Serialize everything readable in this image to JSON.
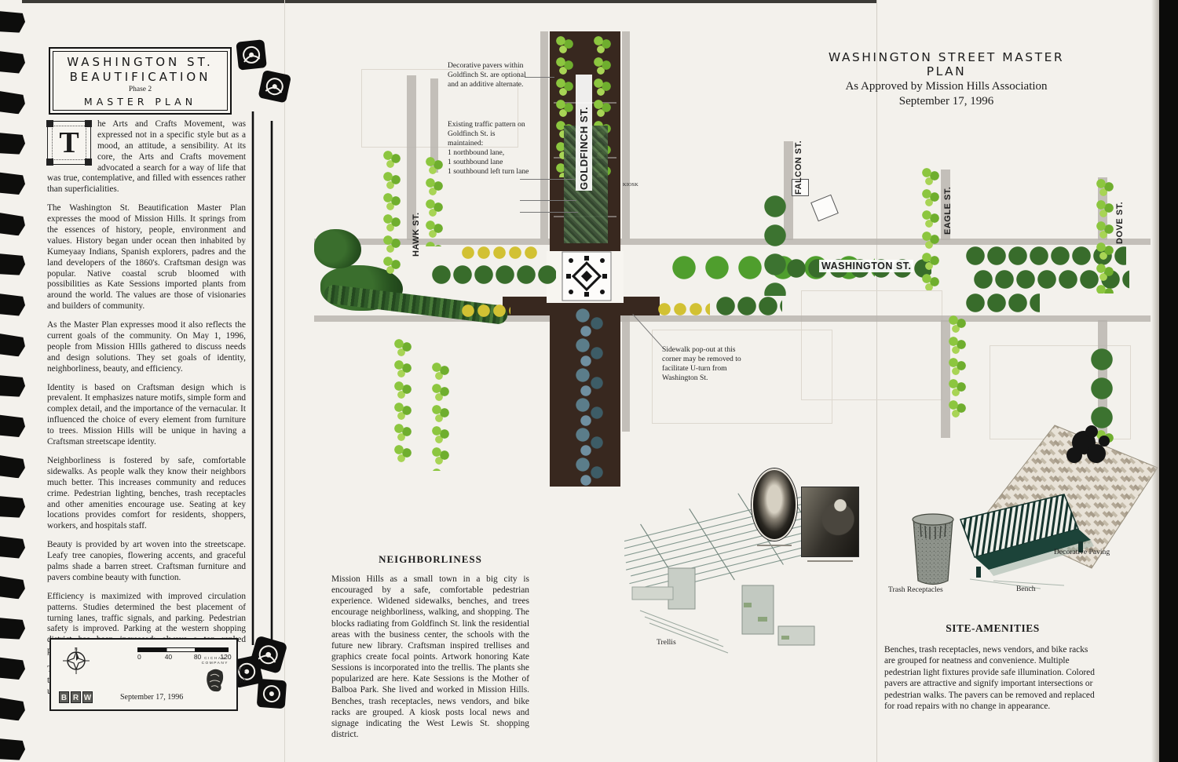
{
  "left_panel": {
    "title_box": {
      "line1": "WASHINGTON ST.",
      "line2": "BEAUTIFICATION",
      "phase": "Phase 2",
      "subtitle": "MASTER PLAN"
    },
    "drop_cap": "T",
    "paragraphs": [
      "he Arts and Crafts Movement, was expressed not in a specific style but as a mood, an attitude, a sensibility.  At its core, the Arts and Crafts movement advocated a search for a way of life that was true, contemplative, and filled with essences rather than superficialities.",
      "The Washington St. Beautification Master Plan expresses the mood of Mission Hills.  It springs from the essences of history, people, environment and values.  History began under ocean then inhabited by Kumeyaay Indians, Spanish explorers, padres and the land developers of the 1860's.  Craftsman design was popular.  Native coastal scrub bloomed with possibilities as Kate Sessions imported plants from around the world.  The values are those of visionaries and builders of community.",
      "As the Master Plan expresses mood it also reflects the current goals of the community.  On May 1, 1996, people from Mission HIlls gathered to discuss needs and design solutions.  They set goals of identity, neighborliness, beauty, and efficiency.",
      "Identity is based on Craftsman design which is prevalent.  It emphasizes nature motifs, simple form and complex detail, and the importance of the vernacular.  It influenced the choice of every element from furniture to trees.  Mission Hills will be unique in having a Craftsman streetscape identity.",
      "Neighborliness is fostered by safe, comfortable sidewalks.  As people walk they know their neighbors much better.  This increases community and reduces crime.  Pedestrian lighting, benches, trash receptacles and other amenities encourage use.  Seating at key locations provides comfort for residents, shoppers, workers, and hospitals staff.",
      "Beauty is provided by art woven into the streetscape.  Leafy tree canopies, flowering accents, and graceful palms shade a barren street.  Craftsman furniture and pavers combine beauty with function.",
      "Efficiency is maximized with improved circulation patterns.  Studies determined the best placement of turning lanes, traffic signals, and parking.  Pedestrian safety is improved.  Parking at the western shopping district has been increased: always a top ranked priority.  This plan will not reduce on-street parking.",
      "The Master Plan shapes the character and function of the street.  It shapes the experience of the people who use it.  It expresses the mood of Mission Hills."
    ],
    "legend": {
      "scale_ticks": [
        "0",
        "40",
        "80",
        "120"
      ],
      "brw_letters": [
        "B",
        "R",
        "W"
      ],
      "date": "September 17, 1996",
      "firm_line1": "CICHAN",
      "firm_line2": "COMPANY"
    }
  },
  "right_header": {
    "title": "WASHINGTON STREET MASTER PLAN",
    "subtitle": "As Approved by Mission Hills Association",
    "date": "September 17, 1996"
  },
  "map": {
    "streets": {
      "goldfinch": "GOLDFINCH ST.",
      "hawk": "HAWK ST.",
      "falcon": "FALCON ST.",
      "eagle": "EAGLE ST.",
      "dove": "DOVE ST.",
      "washington": "WASHINGTON ST."
    },
    "annotations": {
      "pavers": "Decorative pavers within Goldfinch St. are optional and an additive alternate.",
      "traffic": "Existing traffic pattern on\nGoldfinch St. is maintained:\n1 northbound lane,\n1 southbound lane\n1 southbound left turn lane",
      "kiosk": "KIOSK",
      "popout": "Sidewalk pop-out at this corner may be removed to facilitate U-turn from Washington St."
    }
  },
  "neighborliness": {
    "heading": "NEIGHBORLINESS",
    "body": "Mission Hills as a small town in a big city is encouraged by a safe, comfortable pedestrian experience.  Widened sidewalks, benches, and trees encourage neighborliness, walking, and shopping.  The blocks radiating from Goldfinch St. link the residential areas with the business center, the schools with the future new library.  Craftsman inspired trellises and graphics create focal points.  Artwork honoring Kate Sessions is incorporated into the trellis.  The plants she popularized are here.  Kate Sessions is the Mother of Balboa Park.  She lived and worked in Mission Hills.  Benches, trash receptacles, news vendors, and bike racks are grouped.  A kiosk posts local news and signage indicating the West Lewis St. shopping district."
  },
  "site_amenities": {
    "heading": "SITE-AMENITIES",
    "body": "Benches, trash receptacles, news vendors, and bike racks are grouped for neatness and convenience. Multiple pedestrian light fixtures provide safe illumination. Colored pavers are attractive and signify important intersections or pedestrian walks. The pavers can be removed and replaced for road repairs with no change in appearance.",
    "labels": {
      "trellis": "Trellis",
      "trash": "Trash Receptacles",
      "bench": "Bench",
      "paving": "Decorative Paving"
    }
  },
  "palette": {
    "paper": "#f3f1ec",
    "road_dark": "#38281f",
    "tree_dark": "#386c2b",
    "tree_light": "#8cc63f",
    "tree_bright": "#4f9e2d",
    "shrub_yellow": "#d2c133",
    "sidewalk_gray": "#b7b3ac",
    "ink": "#1c1c1c"
  }
}
